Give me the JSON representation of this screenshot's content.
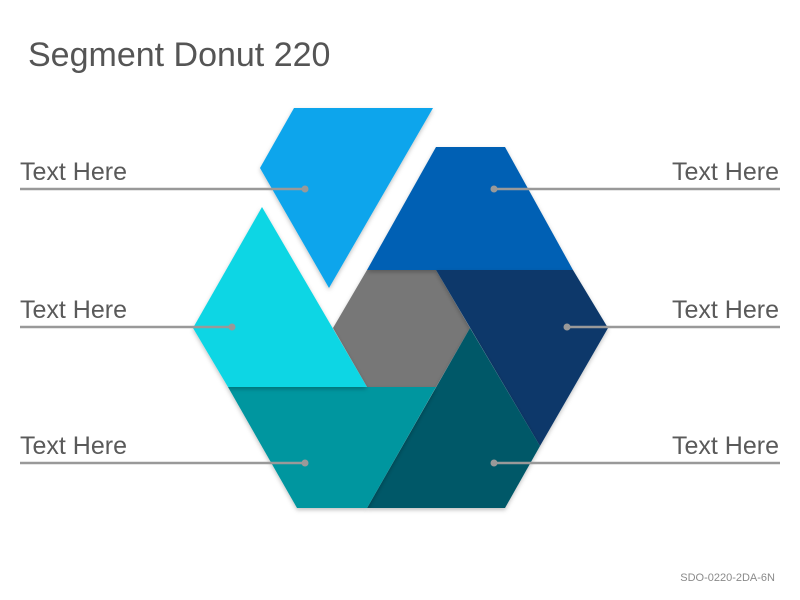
{
  "title": "Segment Donut 220",
  "labels": {
    "left_top": "Text Here",
    "left_mid": "Text Here",
    "left_bottom": "Text Here",
    "right_top": "Text Here",
    "right_mid": "Text Here",
    "right_bottom": "Text Here"
  },
  "footer_code": "SDO-0220-2DA-6N",
  "colors": {
    "segment_exploded": "#0aa5ec",
    "segment_top_right": "#0460b4",
    "segment_right": "#09386a",
    "segment_bottom_right": "#045868",
    "segment_bottom_left": "#03969f",
    "segment_left": "#0bd6e4",
    "center": "#777777",
    "leader_line": "#999999"
  }
}
